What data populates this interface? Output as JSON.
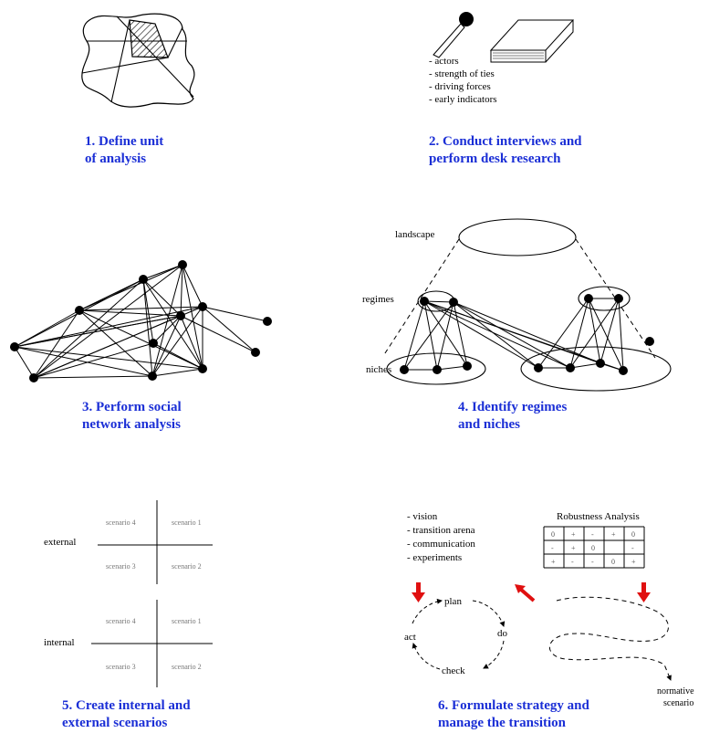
{
  "panels": [
    {
      "caption_line1": "1. Define unit",
      "caption_line2": "of analysis"
    },
    {
      "caption_line1": "2. Conduct interviews and",
      "caption_line2": "perform desk research",
      "bullets": [
        "- actors",
        "- strength of ties",
        "- driving forces",
        "- early indicators"
      ]
    },
    {
      "caption_line1": "3. Perform social",
      "caption_line2": "network analysis"
    },
    {
      "caption_line1": "4. Identify regimes",
      "caption_line2": "and niches",
      "labels": {
        "landscape": "landscape",
        "regimes": "regimes",
        "niches": "niches"
      }
    },
    {
      "caption_line1": "5. Create internal and",
      "caption_line2": "external scenarios",
      "external_label": "external",
      "internal_label": "internal",
      "quadrants": {
        "s4": "scenario 4",
        "s1": "scenario 1",
        "s3": "scenario 3",
        "s2": "scenario 2"
      }
    },
    {
      "caption_line1": "6. Formulate strategy and",
      "caption_line2": "manage the transition",
      "bullets": [
        "- vision",
        "- transition arena",
        "- communication",
        "- experiments"
      ],
      "robustness_title": "Robustness Analysis",
      "robustness_grid": [
        [
          "0",
          "+",
          "-",
          "+",
          "0"
        ],
        [
          "-",
          "+",
          "0",
          "",
          "-"
        ],
        [
          "+",
          "-",
          "-",
          "0",
          "+"
        ]
      ],
      "cycle": {
        "plan": "plan",
        "do": "do",
        "check": "check",
        "act": "act"
      },
      "normative_line1": "normative",
      "normative_line2": "scenario"
    }
  ],
  "colors": {
    "caption": "#1b2fd6",
    "arrow": "#e01010"
  }
}
